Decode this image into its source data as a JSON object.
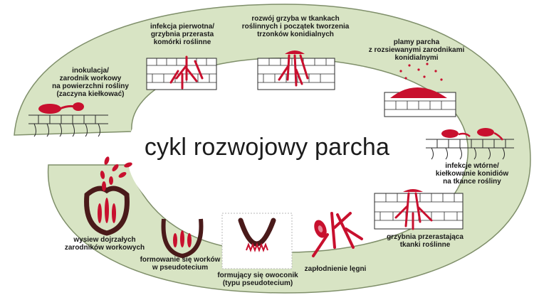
{
  "title": "cykl rozwojowy parcha",
  "stages": {
    "inoculation": "inokulacja/\nzarodnik workowy\nna powierzchni rośliny\n(zaczyna kiełkować)",
    "primary_infection": "infekcja pierwotna/\ngrzybnia przerasta\nkomórki roślinne",
    "fungus_development": "rozwój grzyba w tkankach\nroślinnych i początek tworzenia\ntrzonków konidialnych",
    "scab_spots": "plamy parcha\nz rozsiewanymi zarodnikami\nkonidialnymi",
    "secondary_infection": "infekcje wtórne/\nkiełkowanie konidiów\nna tkance rośliny",
    "mycelium_tissue": "grzybnia przerastająca\ntkanki roślinne",
    "fertilization": "zapłodnienie lęgni",
    "fruiting_body": "formujący się owoconik\n(typu pseudotecium)",
    "asci_forming": "formowanie się worków\nw pseudotecium",
    "ascospore_release": "wysiew dojrzałych\nzarodników workowych"
  },
  "colors": {
    "band": "#d8e4c4",
    "band_edge": "#7f8f6a",
    "fungus": "#c8102e",
    "cell_line": "#2a2a2a"
  }
}
